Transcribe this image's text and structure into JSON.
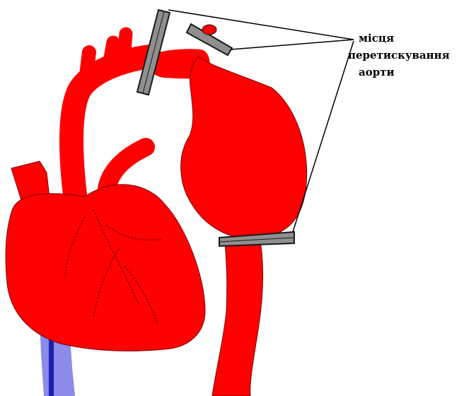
{
  "annotation": {
    "lines": [
      "місця",
      "перетискування",
      "аорти"
    ]
  },
  "colors": {
    "tissue": "#ff0000",
    "tissue_outline": "#7a0000",
    "clamp": "#8f8f8f",
    "clamp_outline": "#1a1a1a",
    "vein_dark": "#1f1fb0",
    "vein_light": "#8b8bea",
    "leader_line": "#000000"
  },
  "icons": {
    "clamps": [
      "upper-left-clamp",
      "upper-right-clamp",
      "lower-clamp"
    ]
  }
}
